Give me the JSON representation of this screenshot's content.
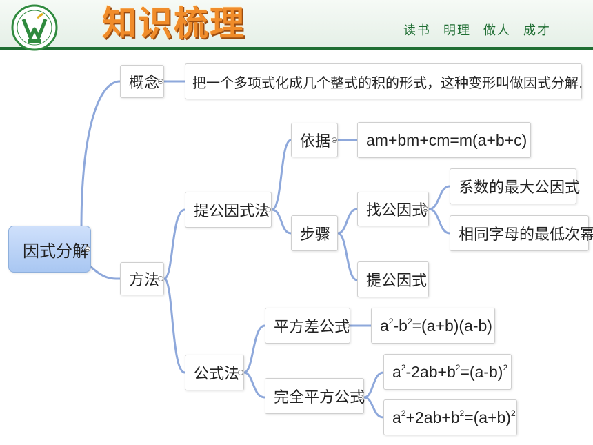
{
  "header": {
    "title": "知识梳理",
    "motto": [
      "读书",
      "明理",
      "做人",
      "成才"
    ]
  },
  "colors": {
    "header_green": "#1f6e33",
    "title_orange": "#f08c2a",
    "link_blue": "#8ea8db",
    "root_blue": "#a9c7f2"
  },
  "mindmap": {
    "root": "因式分解",
    "concept": {
      "label": "概念",
      "definition": "把一个多项式化成几个整式的积的形式，这种变形叫做因式分解."
    },
    "method": {
      "label": "方法",
      "common_factor": {
        "label": "提公因式法",
        "basis_label": "依据",
        "basis_formula": "am+bm+cm=m(a+b+c)",
        "steps_label": "步骤",
        "find_label": "找公因式",
        "find_items": [
          "系数的最大公因式",
          "相同字母的最低次幂"
        ],
        "extract_label": "提公因式"
      },
      "formula": {
        "label": "公式法",
        "difference_label": "平方差公式",
        "difference": {
          "a": "a",
          "b": "-b",
          "rest": "=(a+b)(a-b)",
          "exp": "2"
        },
        "perfect_label": "完全平方公式",
        "perfect_minus": {
          "a": "a",
          "mid": "-2ab+b",
          "rest": "=(a-b)",
          "exp": "2"
        },
        "perfect_plus": {
          "a": "a",
          "mid": "+2ab+b",
          "rest": "=(a+b)",
          "exp": "2"
        }
      }
    }
  }
}
